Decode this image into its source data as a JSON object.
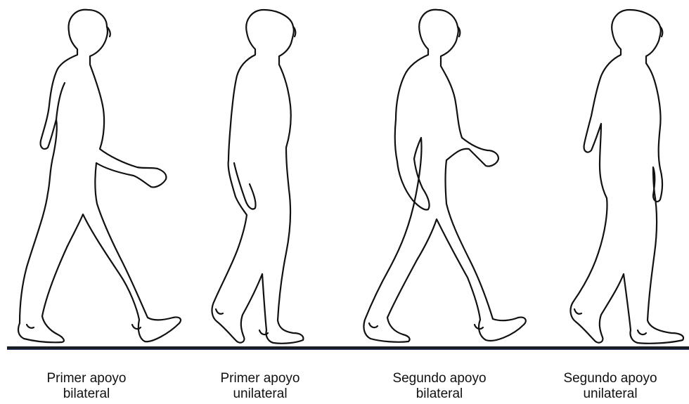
{
  "diagram": {
    "phases": [
      {
        "line1": "Primer apoyo",
        "line2": "bilateral"
      },
      {
        "line1": "Primer apoyo",
        "line2": "unilateral"
      },
      {
        "line1": "Segundo apoyo",
        "line2": "bilateral"
      },
      {
        "line1": "Segundo apoyo",
        "line2": "unilateral"
      }
    ]
  }
}
